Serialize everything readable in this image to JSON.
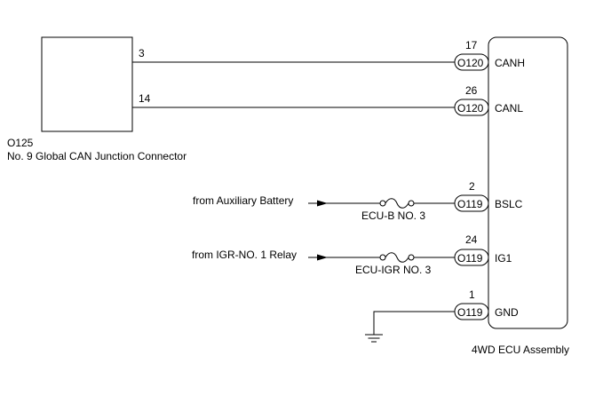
{
  "junction_connector": {
    "id": "O125",
    "name": "No. 9 Global CAN Junction Connector",
    "pins": [
      "3",
      "14"
    ]
  },
  "ecu": {
    "name": "4WD ECU Assembly",
    "connections": [
      {
        "pin": "17",
        "connector": "O120",
        "signal": "CANH"
      },
      {
        "pin": "26",
        "connector": "O120",
        "signal": "CANL"
      },
      {
        "pin": "2",
        "connector": "O119",
        "signal": "BSLC"
      },
      {
        "pin": "24",
        "connector": "O119",
        "signal": "IG1"
      },
      {
        "pin": "1",
        "connector": "O119",
        "signal": "GND"
      }
    ]
  },
  "sources": {
    "auxiliary_battery": "from Auxiliary Battery",
    "igr_relay": "from IGR-NO. 1 Relay"
  },
  "fuses": {
    "ecu_b": "ECU-B NO. 3",
    "ecu_igr": "ECU-IGR NO. 3"
  },
  "colors": {
    "line": "#000000",
    "background": "#ffffff"
  }
}
